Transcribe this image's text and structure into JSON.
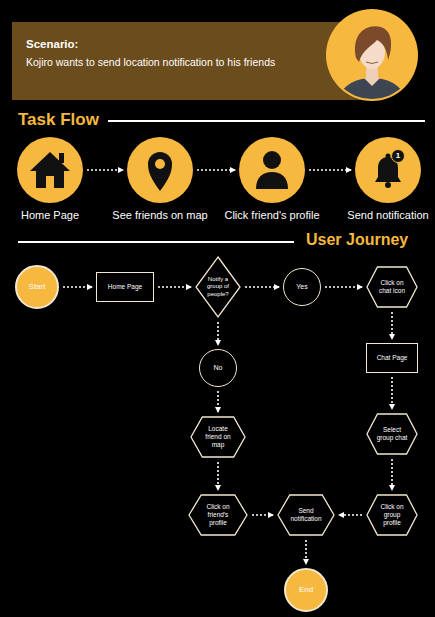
{
  "diagram": {
    "nodes": [
      {
        "text": [
          "Scenario:",
          "Kojiro wants to send location notification to his friends"
        ]
      },
      {
        "text": [
          "Home Page"
        ]
      },
      {
        "text": [
          "See friends on map"
        ]
      },
      {
        "text": [
          "Click friend's profile"
        ]
      },
      {
        "text": [
          "Send notification"
        ]
      },
      {
        "text": [
          "Start"
        ]
      },
      {
        "text": [
          "Home Page"
        ]
      },
      {
        "text": [
          "Notify a group of people?"
        ]
      },
      {
        "text": [
          "Yes"
        ]
      },
      {
        "text": [
          "Click on chat icon"
        ]
      },
      {
        "text": [
          "Chat Page"
        ]
      },
      {
        "text": [
          "No"
        ]
      },
      {
        "text": [
          "Locate friend on map"
        ]
      },
      {
        "text": [
          "Select group chat"
        ]
      },
      {
        "text": [
          "Click on friend's profile"
        ]
      },
      {
        "text": [
          "Send notification"
        ]
      },
      {
        "text": [
          "Click on group profile"
        ]
      },
      {
        "text": [
          "End"
        ]
      }
    ],
    "edges": [
      {
        "from": 1,
        "to": 2,
        "arrow": "to"
      },
      {
        "from": 2,
        "to": 3,
        "arrow": "to"
      },
      {
        "from": 3,
        "to": 4,
        "arrow": "to"
      },
      {
        "from": 5,
        "to": 6,
        "arrow": "to"
      },
      {
        "from": 6,
        "to": 7,
        "arrow": "to"
      },
      {
        "from": 7,
        "to": 8,
        "arrow": "to"
      },
      {
        "from": 8,
        "to": 9,
        "arrow": "to"
      },
      {
        "from": 9,
        "to": 10,
        "arrow": "to"
      },
      {
        "from": 7,
        "to": 11,
        "arrow": "to"
      },
      {
        "from": 10,
        "to": 13,
        "arrow": "to"
      },
      {
        "from": 11,
        "to": 12,
        "arrow": "to"
      },
      {
        "from": 12,
        "to": 14,
        "arrow": "to"
      },
      {
        "from": 13,
        "to": 16,
        "arrow": "to"
      },
      {
        "from": 14,
        "to": 15,
        "arrow": "to"
      },
      {
        "from": 16,
        "to": 15,
        "arrow": "to"
      },
      {
        "from": 15,
        "to": 17,
        "arrow": "to"
      }
    ],
    "labels": [
      "Task Flow",
      "User Journey",
      "1"
    ]
  }
}
